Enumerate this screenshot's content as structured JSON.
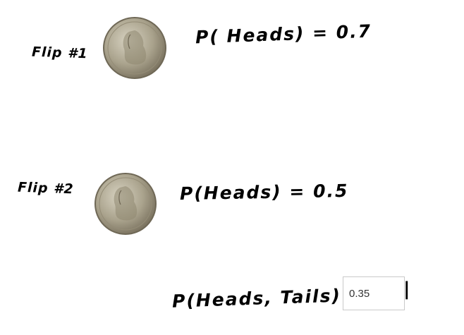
{
  "flip1": {
    "label": "Flip #1",
    "prob": "P( Heads) = 0.7",
    "coin_icon": "nickel-coin-icon"
  },
  "flip2": {
    "label": "Flip #2",
    "prob": "P(Heads) = 0.5",
    "coin_icon": "nickel-coin-icon"
  },
  "question": {
    "prob": "P(Heads, Tails) =",
    "answer_value": "0.35"
  }
}
